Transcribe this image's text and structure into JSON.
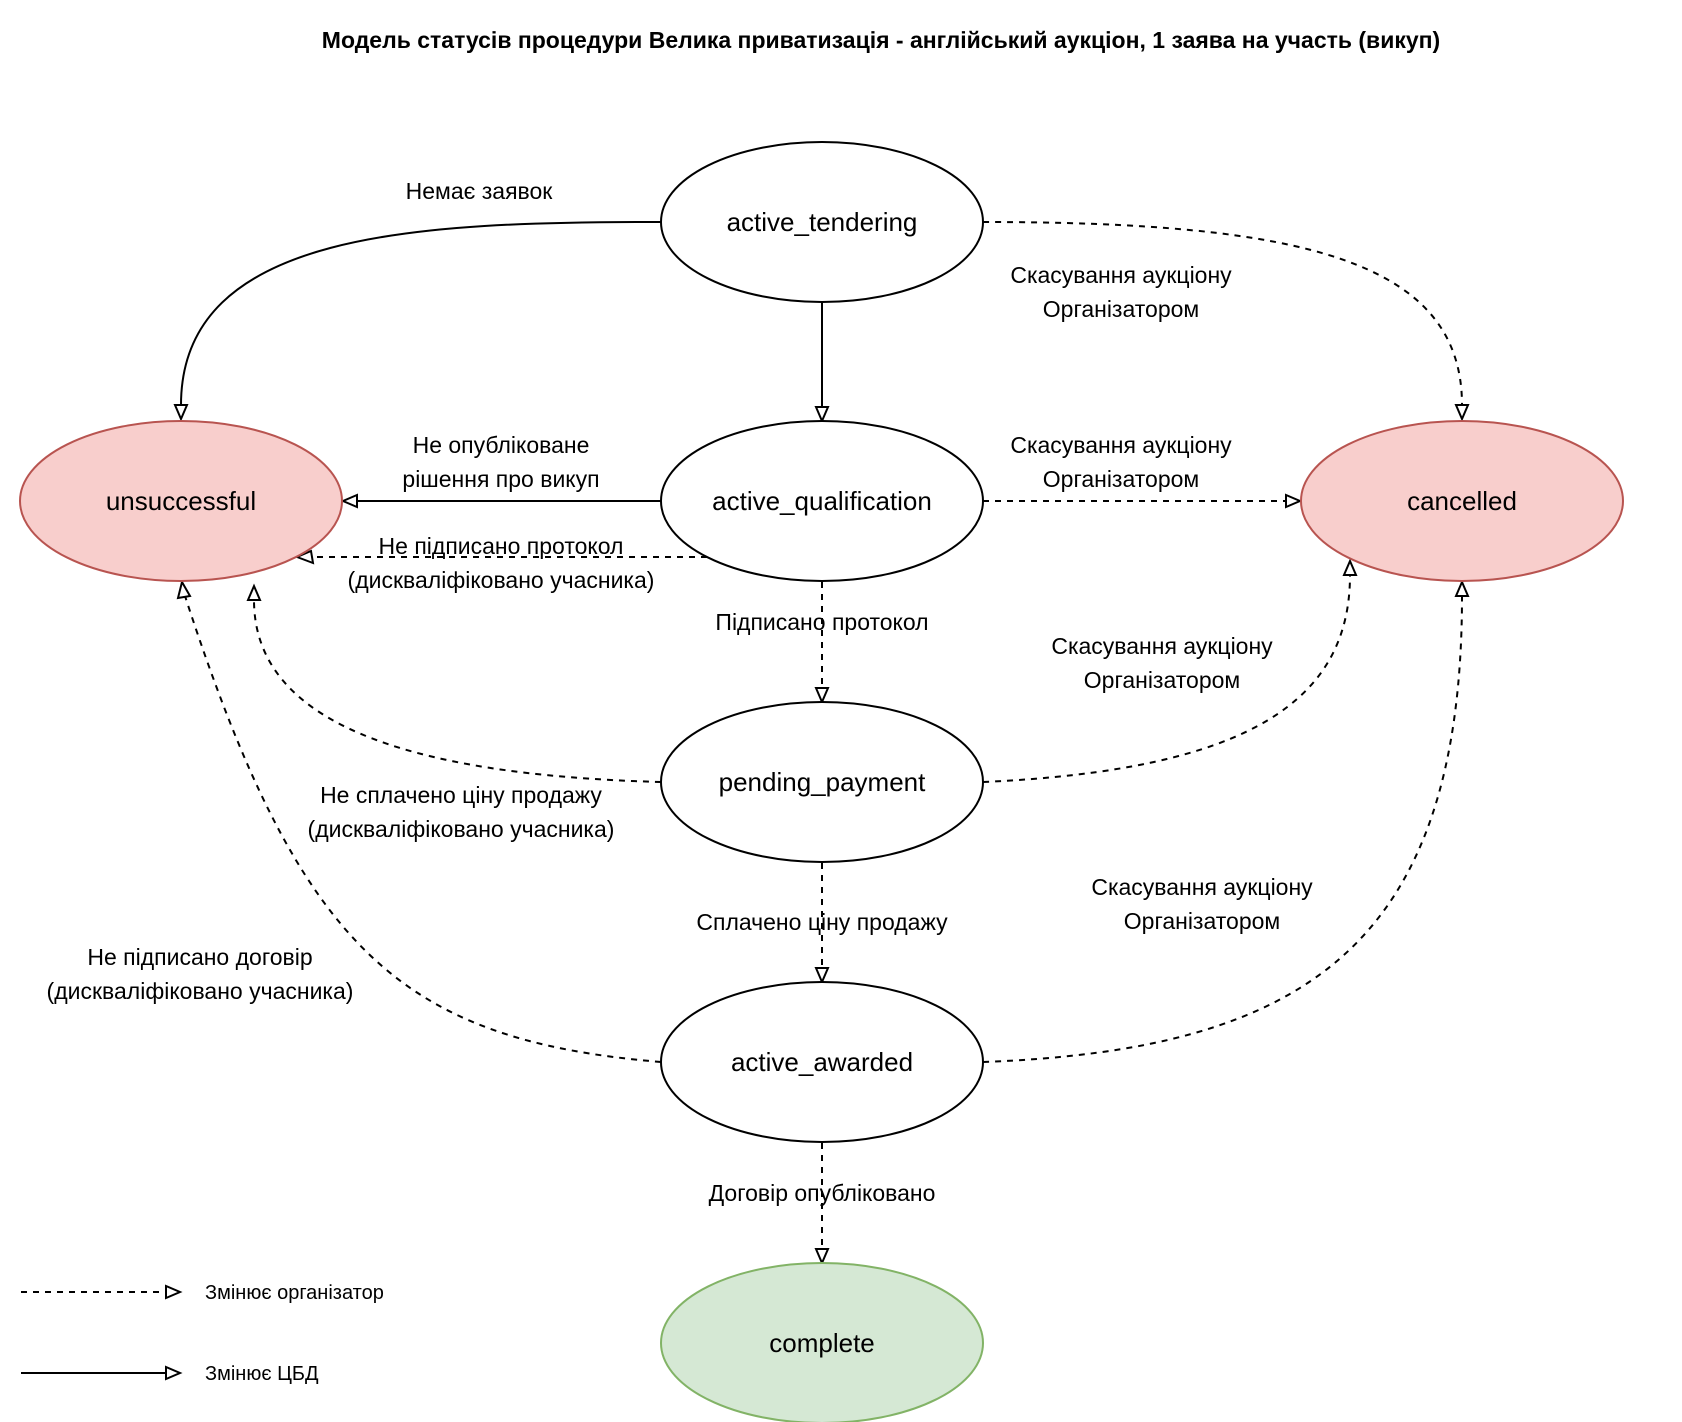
{
  "title": "Модель статусів процедури Велика приватизація - англійський аукціон, 1 заява на участь (викуп)",
  "colors": {
    "neutral_fill": "#ffffff",
    "neutral_stroke": "#000000",
    "failure_fill": "#f8cecc",
    "failure_stroke": "#b85450",
    "success_fill": "#d5e8d4",
    "success_stroke": "#82b366"
  },
  "nodes": {
    "active_tendering": {
      "label": "active_tendering",
      "kind": "neutral"
    },
    "active_qualification": {
      "label": "active_qualification",
      "kind": "neutral"
    },
    "pending_payment": {
      "label": "pending_payment",
      "kind": "neutral"
    },
    "active_awarded": {
      "label": "active_awarded",
      "kind": "neutral"
    },
    "unsuccessful": {
      "label": "unsuccessful",
      "kind": "failure"
    },
    "cancelled": {
      "label": "cancelled",
      "kind": "failure"
    },
    "complete": {
      "label": "complete",
      "kind": "success"
    }
  },
  "edges": [
    {
      "id": "tendering-unsuccessful",
      "from": "active_tendering",
      "to": "unsuccessful",
      "style": "solid",
      "label": [
        "Немає заявок"
      ]
    },
    {
      "id": "tendering-qualification",
      "from": "active_tendering",
      "to": "active_qualification",
      "style": "solid",
      "label": []
    },
    {
      "id": "tendering-cancelled",
      "from": "active_tendering",
      "to": "cancelled",
      "style": "dashed",
      "label": [
        "Скасування аукціону",
        "Організатором"
      ]
    },
    {
      "id": "qualification-unsuccessful-solid",
      "from": "active_qualification",
      "to": "unsuccessful",
      "style": "solid",
      "label": [
        "Не опубліковане",
        "рішення про викуп"
      ]
    },
    {
      "id": "qualification-cancelled",
      "from": "active_qualification",
      "to": "cancelled",
      "style": "dashed",
      "label": [
        "Скасування аукціону",
        "Організатором"
      ]
    },
    {
      "id": "qualification-unsuccessful-dashed",
      "from": "active_qualification",
      "to": "unsuccessful",
      "style": "dashed",
      "label": [
        "Не підписано протокол",
        "(дискваліфіковано учасника)"
      ]
    },
    {
      "id": "qualification-payment",
      "from": "active_qualification",
      "to": "pending_payment",
      "style": "dashed",
      "label": [
        "Підписано протокол"
      ]
    },
    {
      "id": "payment-cancelled",
      "from": "pending_payment",
      "to": "cancelled",
      "style": "dashed",
      "label": [
        "Скасування аукціону",
        "Організатором"
      ]
    },
    {
      "id": "payment-unsuccessful",
      "from": "pending_payment",
      "to": "unsuccessful",
      "style": "dashed",
      "label": [
        "Не сплачено ціну продажу",
        "(дискваліфіковано учасника)"
      ]
    },
    {
      "id": "payment-awarded",
      "from": "pending_payment",
      "to": "active_awarded",
      "style": "dashed",
      "label": [
        "Сплачено ціну продажу"
      ]
    },
    {
      "id": "awarded-cancelled",
      "from": "active_awarded",
      "to": "cancelled",
      "style": "dashed",
      "label": [
        "Скасування аукціону",
        "Організатором"
      ]
    },
    {
      "id": "awarded-unsuccessful",
      "from": "active_awarded",
      "to": "unsuccessful",
      "style": "dashed",
      "label": [
        "Не підписано договір",
        "(дискваліфіковано учасника)"
      ]
    },
    {
      "id": "awarded-complete",
      "from": "active_awarded",
      "to": "complete",
      "style": "dashed",
      "label": [
        "Договір опубліковано"
      ]
    }
  ],
  "legend": {
    "dashed": "Змінює організатор",
    "solid": "Змінює ЦБД"
  }
}
